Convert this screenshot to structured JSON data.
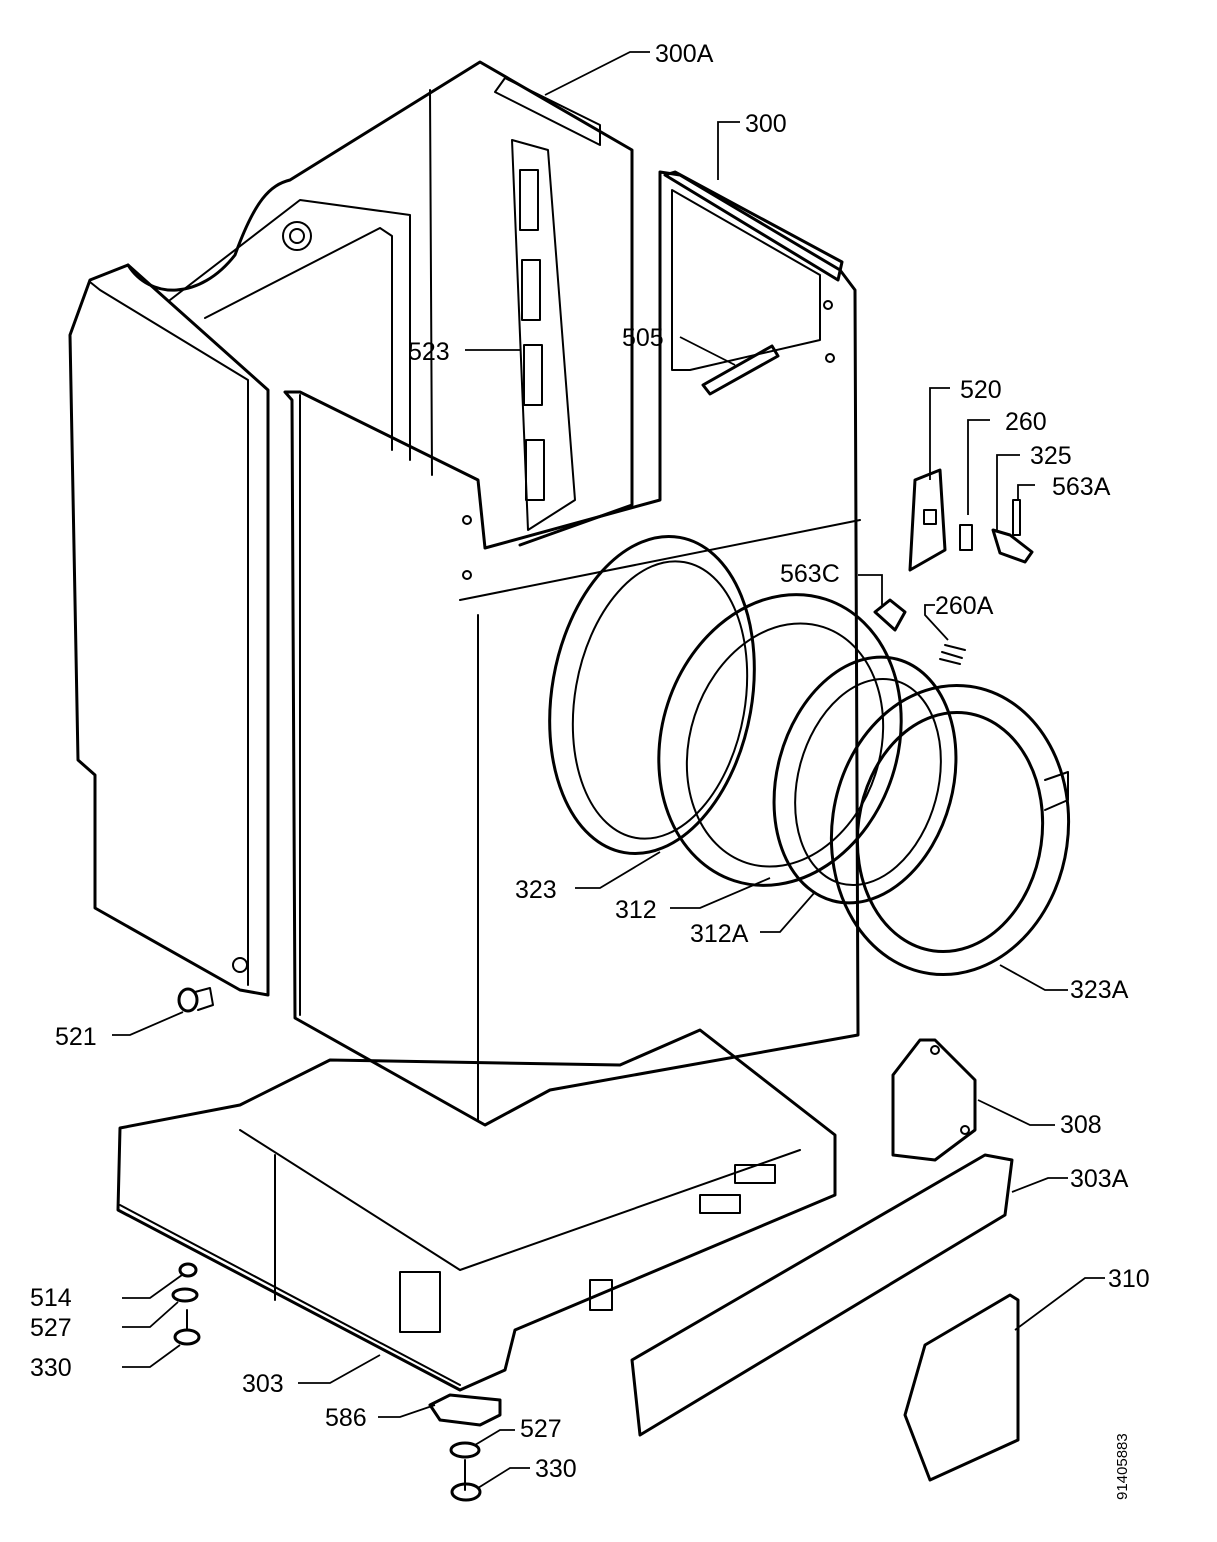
{
  "labels": {
    "p300a": "300A",
    "p300": "300",
    "p523": "523",
    "p505": "505",
    "p520": "520",
    "p260": "260",
    "p325": "325",
    "p563a": "563A",
    "p563c": "563C",
    "p260a": "260A",
    "p323": "323",
    "p312": "312",
    "p312a": "312A",
    "p323a": "323A",
    "p521": "521",
    "p308": "308",
    "p303a": "303A",
    "p310": "310",
    "p514": "514",
    "p527_left": "527",
    "p330_left": "330",
    "p303": "303",
    "p586": "586",
    "p527_bottom": "527",
    "p330_bottom": "330"
  },
  "drawing_code": "91405883"
}
